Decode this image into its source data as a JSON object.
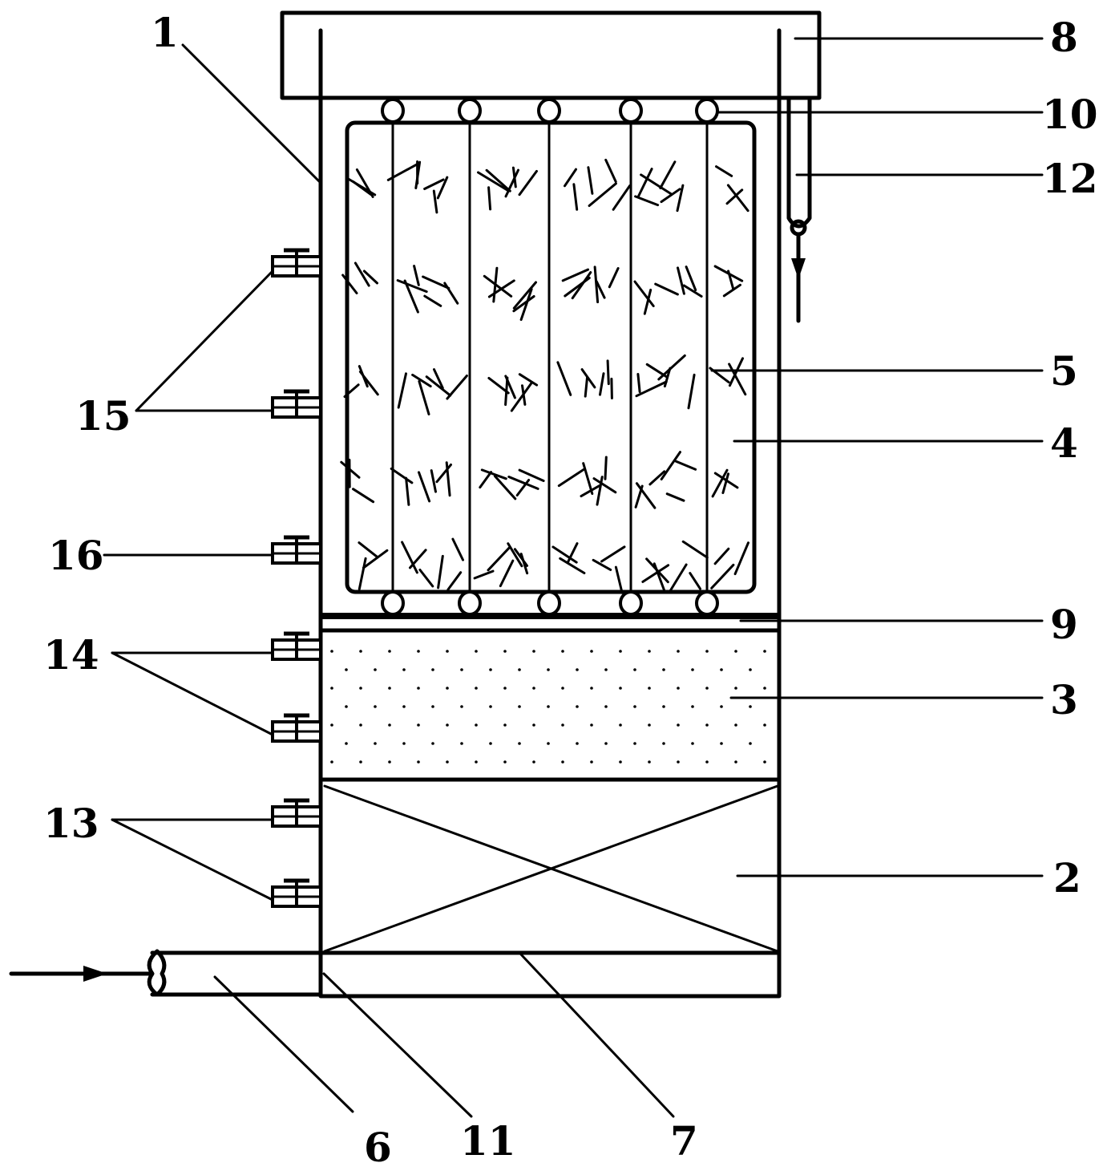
{
  "labels": {
    "l1": "1",
    "l2": "2",
    "l3": "3",
    "l4": "4",
    "l5": "5",
    "l6": "6",
    "l7": "7",
    "l8": "8",
    "l9": "9",
    "l10": "10",
    "l11": "11",
    "l12": "12",
    "l13": "13",
    "l14": "14",
    "l15": "15",
    "l16": "16"
  },
  "colors": {
    "line": "#000000",
    "background": "#ffffff"
  }
}
